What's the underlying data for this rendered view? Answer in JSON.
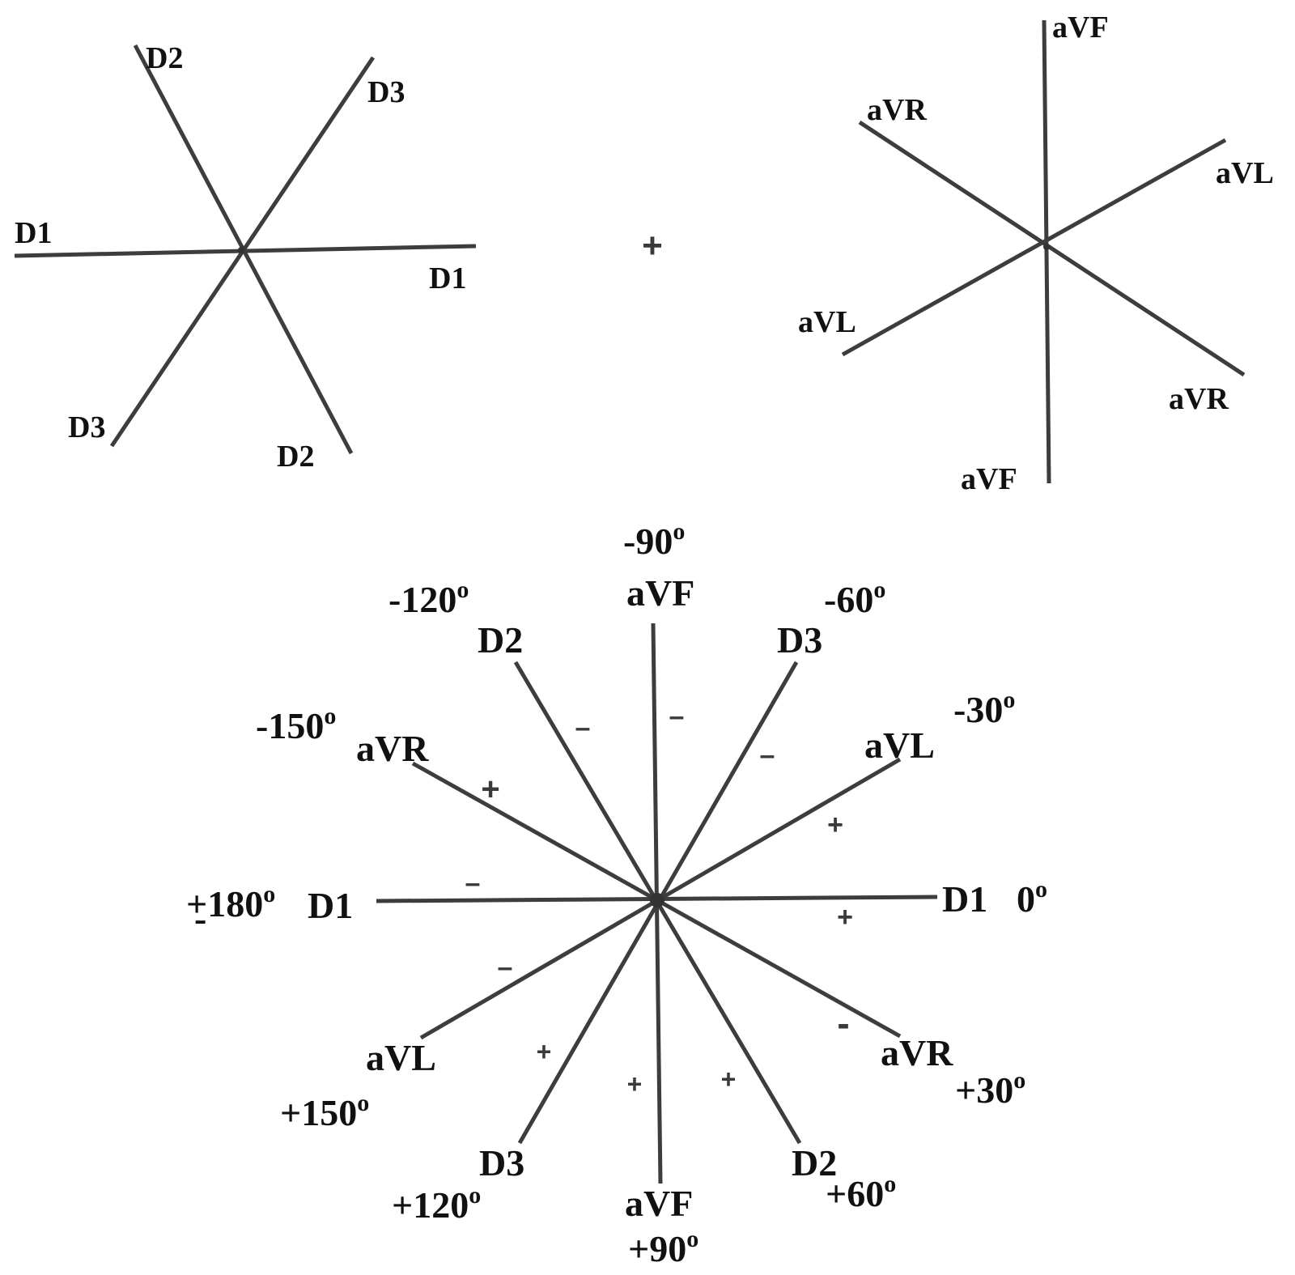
{
  "plus_between": "+",
  "degree_mark": "o",
  "diagram_standard": {
    "labels": [
      {
        "key": "d2_top",
        "text": "D2"
      },
      {
        "key": "d3_top",
        "text": "D3"
      },
      {
        "key": "d1_left",
        "text": "D1"
      },
      {
        "key": "d1_right",
        "text": "D1"
      },
      {
        "key": "d3_bottom",
        "text": "D3"
      },
      {
        "key": "d2_bottom",
        "text": "D2"
      }
    ]
  },
  "diagram_augmented": {
    "labels": [
      {
        "key": "avf_top",
        "text": "aVF"
      },
      {
        "key": "avr_top",
        "text": "aVR"
      },
      {
        "key": "avl_right",
        "text": "aVL"
      },
      {
        "key": "avl_left",
        "text": "aVL"
      },
      {
        "key": "avr_bottom",
        "text": "aVR"
      },
      {
        "key": "avf_bottom",
        "text": "aVF"
      }
    ]
  },
  "diagram_hexaxial": {
    "leads": [
      {
        "key": "avf_top",
        "text": "aVF"
      },
      {
        "key": "d2_top",
        "text": "D2"
      },
      {
        "key": "d3_top",
        "text": "D3"
      },
      {
        "key": "avr_top",
        "text": "aVR"
      },
      {
        "key": "avl_top",
        "text": "aVL"
      },
      {
        "key": "d1_left",
        "text": "D1"
      },
      {
        "key": "d1_right",
        "text": "D1"
      },
      {
        "key": "avl_bottom",
        "text": "aVL"
      },
      {
        "key": "avr_bottom",
        "text": "aVR"
      },
      {
        "key": "d3_bottom",
        "text": "D3"
      },
      {
        "key": "avf_bottom",
        "text": "aVF"
      },
      {
        "key": "d2_bottom",
        "text": "D2"
      }
    ],
    "angles": [
      {
        "key": "m90",
        "text": "-90"
      },
      {
        "key": "m120",
        "text": "-120"
      },
      {
        "key": "m60",
        "text": "-60"
      },
      {
        "key": "m150",
        "text": "-150"
      },
      {
        "key": "m30",
        "text": "-30"
      },
      {
        "key": "p180",
        "text": "+180"
      },
      {
        "key": "zero",
        "text": "0"
      },
      {
        "key": "p150",
        "text": "+150"
      },
      {
        "key": "p30",
        "text": "+30"
      },
      {
        "key": "p120",
        "text": "+120"
      },
      {
        "key": "p60",
        "text": "+60"
      },
      {
        "key": "p90",
        "text": "+90"
      }
    ],
    "pm_minus": "-",
    "signs": [
      {
        "key": "s1",
        "text": "–"
      },
      {
        "key": "s2",
        "text": "–"
      },
      {
        "key": "s3",
        "text": "–"
      },
      {
        "key": "s4",
        "text": "+"
      },
      {
        "key": "s5",
        "text": "+"
      },
      {
        "key": "s6",
        "text": "–"
      },
      {
        "key": "s7",
        "text": "+"
      },
      {
        "key": "s8",
        "text": "–"
      },
      {
        "key": "s9",
        "text": "-"
      },
      {
        "key": "s10",
        "text": "+"
      },
      {
        "key": "s11",
        "text": "+"
      },
      {
        "key": "s12",
        "text": "+"
      }
    ]
  }
}
